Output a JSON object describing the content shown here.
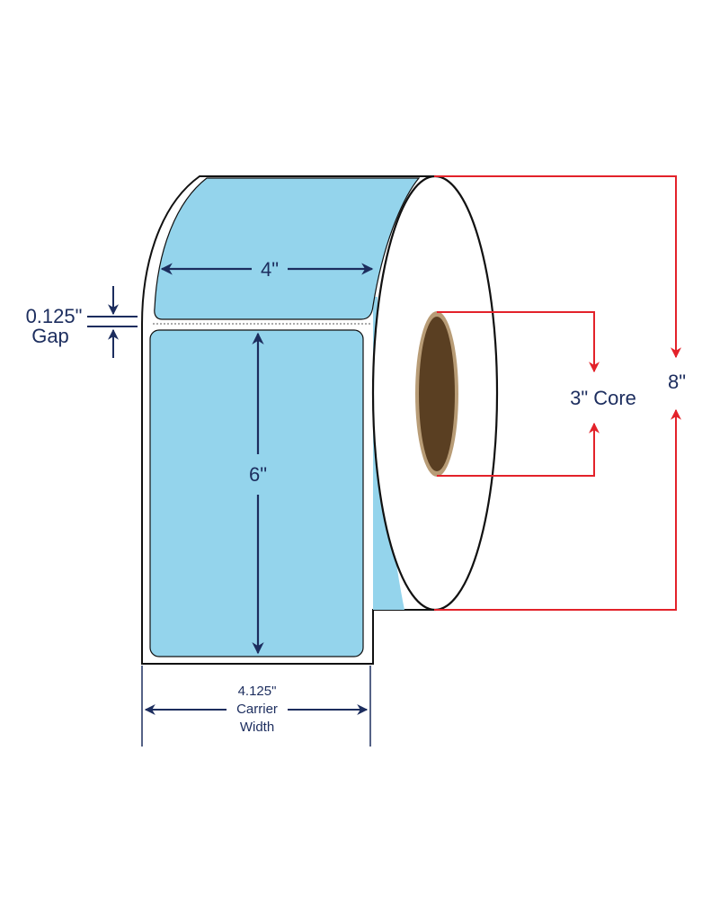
{
  "colors": {
    "label_fill": "#94d4ec",
    "outline": "#111111",
    "dimension_blue": "#1c2d5e",
    "dimension_red": "#e3222a",
    "core_fill": "#5a3f22",
    "core_rim": "#b89c76"
  },
  "labels": {
    "label_width": "4\"",
    "label_height": "6\"",
    "gap_value": "0.125\"",
    "gap_word": "Gap",
    "carrier_value": "4.125\"",
    "carrier_word": "Carrier",
    "carrier_width_word": "Width",
    "core": "3\" Core",
    "outer_diameter": "8\""
  }
}
